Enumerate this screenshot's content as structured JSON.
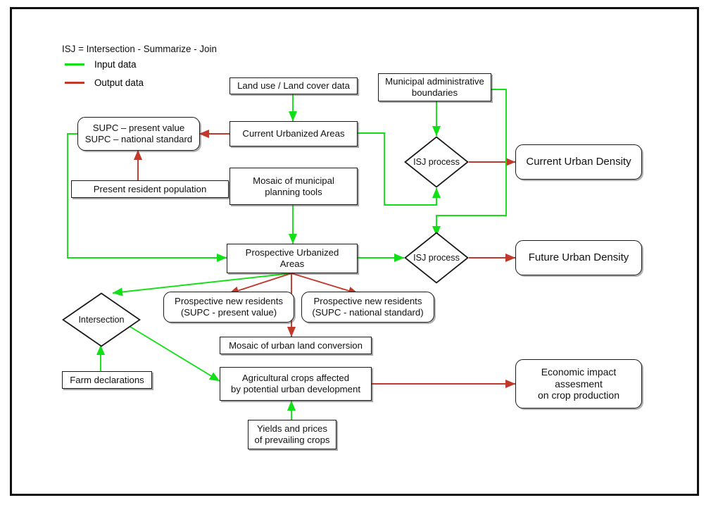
{
  "legend": {
    "title": "ISJ = Intersection - Summarize - Join",
    "entries": [
      {
        "label": "Input data",
        "color": "#12e016"
      },
      {
        "label": "Output data",
        "color": "#c0392b"
      }
    ]
  },
  "colors": {
    "input_green": "#12e016",
    "output_red": "#c0392b",
    "node_border": "#1a1a1a",
    "frame": "#111111",
    "background": "#ffffff"
  },
  "nodes": {
    "land_use": {
      "label": "Land use / Land cover data"
    },
    "municipal": {
      "line1": "Municipal administrative",
      "line2": "boundaries"
    },
    "supc": {
      "line1": "SUPC – present value",
      "line2": "SUPC – national standard"
    },
    "current_urban": {
      "label": "Current Urbanized Areas"
    },
    "present_pop": {
      "label": "Present resident population"
    },
    "mosaic_tools": {
      "line1": "Mosaic of municipal",
      "line2": "planning tools"
    },
    "isj_top": {
      "line1": "ISJ",
      "line2": "process"
    },
    "isj_mid": {
      "line1": "ISJ",
      "line2": "process"
    },
    "current_density": {
      "label": "Current Urban Density"
    },
    "future_density": {
      "label": "Future Urban Density"
    },
    "prospective_urban": {
      "line1": "Prospective Urbanized",
      "line2": "Areas"
    },
    "intersection": {
      "label": "Intersection"
    },
    "new_res_present": {
      "line1": "Prospective new residents",
      "line2": "(SUPC - present value)"
    },
    "new_res_national": {
      "line1": "Prospective new residents",
      "line2": "(SUPC - national standard)"
    },
    "mosaic_conv": {
      "label": "Mosaic of urban land conversion"
    },
    "farm_decl": {
      "label": "Farm declarations"
    },
    "agri_crops": {
      "line1": "Agricultural crops affected",
      "line2": "by potential urban development"
    },
    "yields": {
      "line1": "Yields and prices",
      "line2": "of prevailing crops"
    },
    "economic": {
      "line1": "Economic impact",
      "line2": "assesment",
      "line3": "on crop production"
    }
  },
  "edges": [
    {
      "from": "land_use",
      "to": "current_urban",
      "type": "input"
    },
    {
      "from": "current_urban",
      "to": "supc",
      "type": "output"
    },
    {
      "from": "present_pop",
      "to": "supc",
      "type": "output"
    },
    {
      "from": "municipal",
      "to": "isj_top",
      "type": "input"
    },
    {
      "from": "current_urban",
      "to": "isj_top",
      "type": "input"
    },
    {
      "from": "isj_top",
      "to": "current_density",
      "type": "output"
    },
    {
      "from": "municipal",
      "to": "isj_mid",
      "type": "input"
    },
    {
      "from": "supc",
      "to": "prospective_urban",
      "type": "input"
    },
    {
      "from": "mosaic_tools",
      "to": "prospective_urban",
      "type": "input"
    },
    {
      "from": "prospective_urban",
      "to": "isj_mid",
      "type": "input"
    },
    {
      "from": "isj_mid",
      "to": "future_density",
      "type": "output"
    },
    {
      "from": "prospective_urban",
      "to": "intersection",
      "type": "input"
    },
    {
      "from": "prospective_urban",
      "to": "new_res_present",
      "type": "output"
    },
    {
      "from": "prospective_urban",
      "to": "new_res_national",
      "type": "output"
    },
    {
      "from": "prospective_urban",
      "to": "mosaic_conv",
      "type": "output"
    },
    {
      "from": "intersection",
      "to": "agri_crops",
      "type": "input"
    },
    {
      "from": "farm_decl",
      "to": "intersection",
      "type": "input"
    },
    {
      "from": "yields",
      "to": "agri_crops",
      "type": "input"
    },
    {
      "from": "agri_crops",
      "to": "economic",
      "type": "output"
    }
  ]
}
